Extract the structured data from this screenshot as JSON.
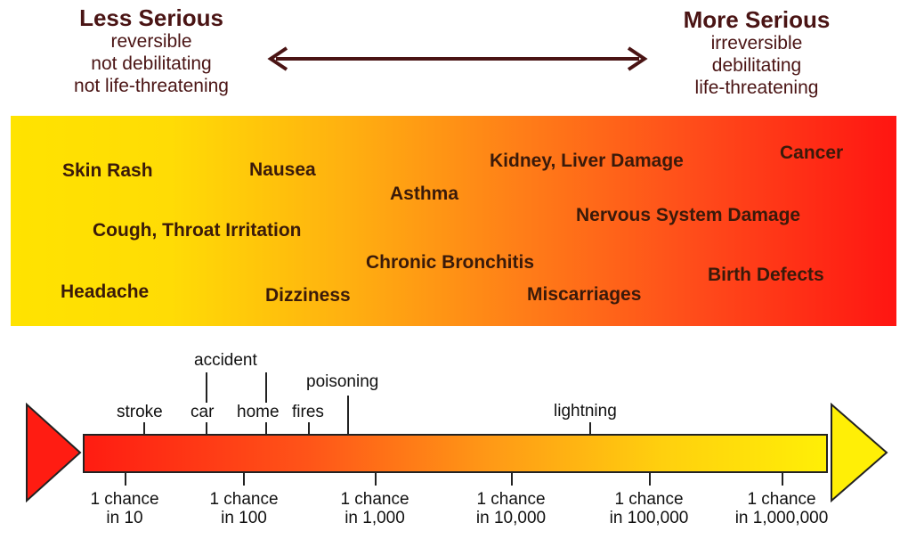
{
  "header": {
    "left": {
      "title": "Less Serious",
      "lines": [
        "reversible",
        "not debilitating",
        "not life-threatening"
      ]
    },
    "right": {
      "title": "More Serious",
      "lines": [
        "irreversible",
        "debilitating",
        "life-threatening"
      ]
    }
  },
  "effects": [
    "Skin Rash",
    "Nausea",
    "Asthma",
    "Kidney, Liver Damage",
    "Cancer",
    "Nervous System Damage",
    "Cough, Throat Irritation",
    "Chronic Bronchitis",
    "Birth Defects",
    "Headache",
    "Dizziness",
    "Miscarriages"
  ],
  "risk_scale": {
    "events": [
      "stroke",
      "car",
      "accident",
      "home",
      "fires",
      "poisoning",
      "lightning"
    ],
    "chances": [
      {
        "line1": "1 chance",
        "line2": "in 10"
      },
      {
        "line1": "1 chance",
        "line2": "in 100"
      },
      {
        "line1": "1 chance",
        "line2": "in 1,000"
      },
      {
        "line1": "1 chance",
        "line2": "in 10,000"
      },
      {
        "line1": "1 chance",
        "line2": "in 100,000"
      },
      {
        "line1": "1 chance",
        "line2": "in 1,000,000"
      }
    ]
  },
  "colors": {
    "text_dark": "#4a1414",
    "band_start": "#ffe300",
    "band_end": "#ff1512",
    "arrow_red": "#ff1c12",
    "arrow_yellow": "#ffef06"
  }
}
